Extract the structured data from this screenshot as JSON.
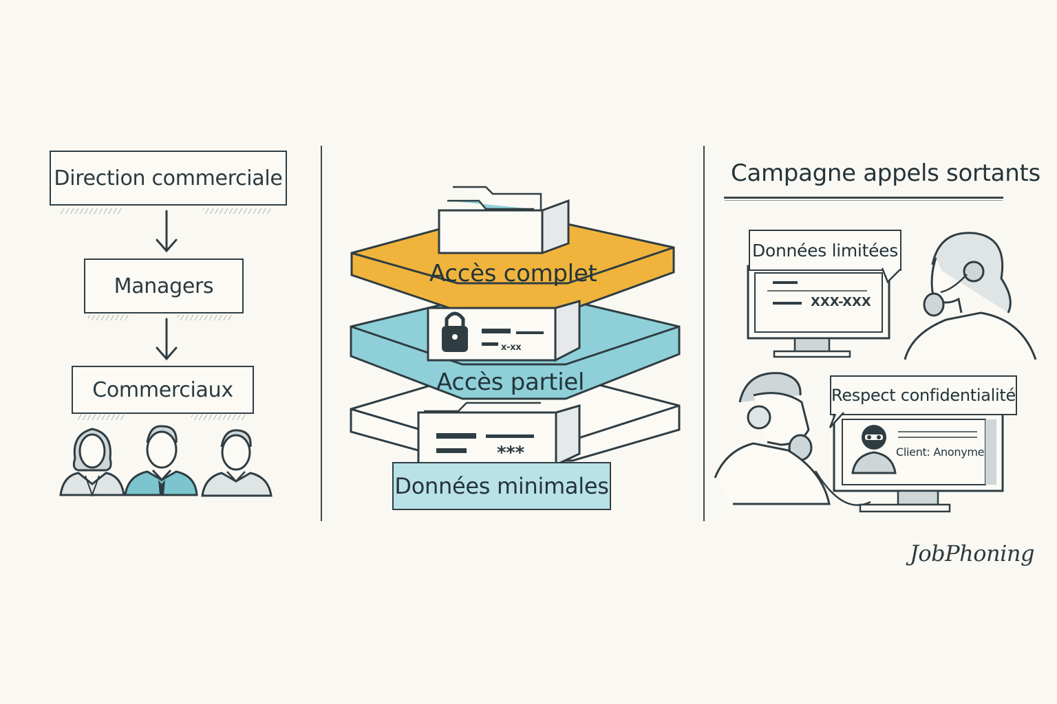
{
  "hierarchy": {
    "levels": [
      {
        "label": "Direction commerciale"
      },
      {
        "label": "Managers"
      },
      {
        "label": "Commerciaux"
      }
    ],
    "people_icons": [
      "woman-icon",
      "man-tie-icon",
      "man-icon"
    ]
  },
  "access_layers": {
    "layers": [
      {
        "label": "Accès complet",
        "color": "#f0b43c"
      },
      {
        "label": "Accès partiel",
        "color": "#8fd0d8"
      },
      {
        "label": "Données minimales",
        "color": "#fbfaf5"
      }
    ],
    "partial_card": {
      "masked_text": "x-xx"
    },
    "minimal_card": {
      "masked_text": "***"
    },
    "minimal_label_bg": "#b9e2e8"
  },
  "campaign": {
    "title": "Campagne appels sortants",
    "bubble_1": "Données limitées",
    "screen_1_masked": "XXX-XXX",
    "bubble_2": "Respect confidentialité",
    "screen_2_client": "Client: Anonyme"
  },
  "brand": {
    "signature": "JobPhoning"
  },
  "colors": {
    "ink": "#2f3d43",
    "background": "#faf8f2",
    "orange": "#f0b43c",
    "teal": "#8fd0d8",
    "teal_light": "#b9e2e8"
  }
}
